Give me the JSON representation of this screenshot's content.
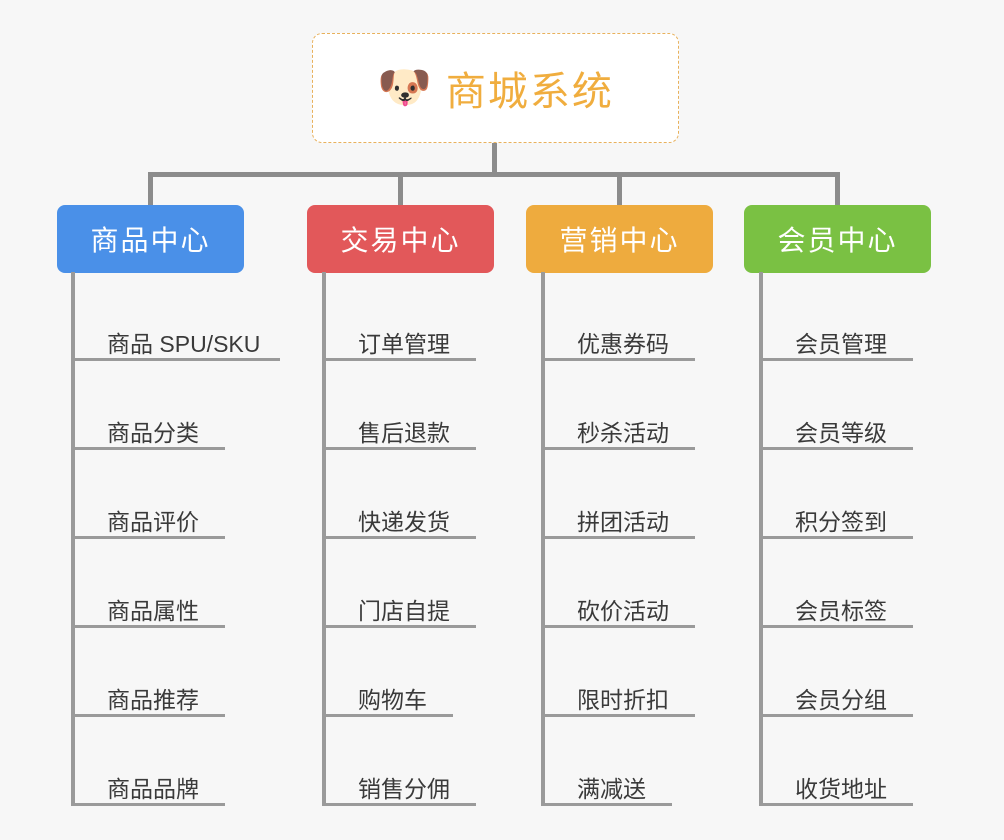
{
  "root": {
    "icon": "dog-face-icon",
    "icon_glyph": "🐶",
    "title": "商城系统",
    "accent_color": "#f0ad3e",
    "border_color": "#e8b15c",
    "background": "#ffffff"
  },
  "canvas": {
    "background": "#f7f7f7",
    "connector_color": "#8c8c8c"
  },
  "branches": [
    {
      "label": "商品中心",
      "color": "#4a90e8",
      "items": [
        "商品 SPU/SKU",
        "商品分类",
        "商品评价",
        "商品属性",
        "商品推荐",
        "商品品牌"
      ]
    },
    {
      "label": "交易中心",
      "color": "#e2585a",
      "items": [
        "订单管理",
        "售后退款",
        "快递发货",
        "门店自提",
        "购物车",
        "销售分佣"
      ]
    },
    {
      "label": "营销中心",
      "color": "#eeab3e",
      "items": [
        "优惠券码",
        "秒杀活动",
        "拼团活动",
        "砍价活动",
        "限时折扣",
        "满减送"
      ]
    },
    {
      "label": "会员中心",
      "color": "#7ac143",
      "items": [
        "会员管理",
        "会员等级",
        "积分签到",
        "会员标签",
        "会员分组",
        "收货地址"
      ]
    }
  ]
}
